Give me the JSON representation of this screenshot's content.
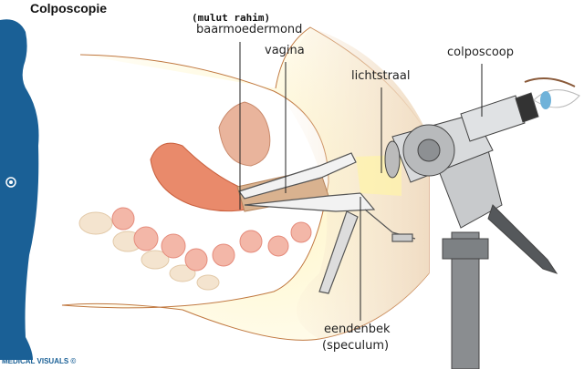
{
  "title": "Colposcopie",
  "labels": {
    "cervix_translation": "(mulut rahim)",
    "cervix": "baarmoedermond",
    "vagina": "vagina",
    "light_beam": "lichtstraal",
    "colposcope": "colposcoop",
    "speculum": "eendenbek",
    "speculum_latin": "(speculum)"
  },
  "credit": "MEDICAL VISUALS ©",
  "colors": {
    "silhouette": "#1a6096",
    "skin": "#f3dcc0",
    "outline": "#c07840",
    "uterus": "#e98a6b",
    "instrument": "#8a8d90"
  }
}
